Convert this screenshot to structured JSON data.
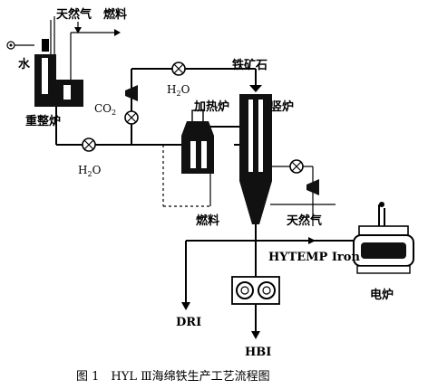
{
  "labels": {
    "natural_gas_top": "天然气",
    "fuel_top": "燃料",
    "water": "水",
    "reformer": "重整炉",
    "co2": "CO",
    "co2_sub": "2",
    "h2o_left": "H",
    "h2o_left_sub": "2",
    "h2o_left_tail": "O",
    "h2o_mid": "H",
    "h2o_mid_sub": "2",
    "h2o_mid_tail": "O",
    "heater": "加热炉",
    "iron_ore": "铁矿石",
    "shaft_furnace": "竖炉",
    "fuel_bottom": "燃料",
    "natural_gas_right": "天然气",
    "hytemp": "HYTEMP Iron",
    "electric_furnace": "电炉",
    "dri": "DRI",
    "hbi": "HBI"
  },
  "caption": "图 1　HYL Ⅲ海绵铁生产工艺流程图"
}
